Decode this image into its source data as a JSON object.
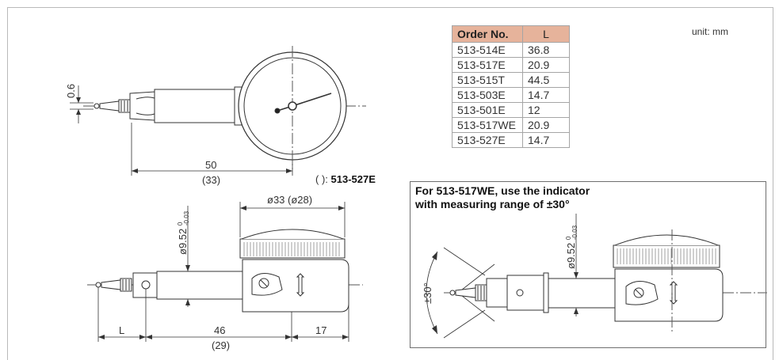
{
  "unit_label": "unit: mm",
  "order_table": {
    "headers": [
      "Order No.",
      "L"
    ],
    "rows": [
      [
        "513-514E",
        "36.8"
      ],
      [
        "513-517E",
        "20.9"
      ],
      [
        "513-515T",
        "44.5"
      ],
      [
        "513-503E",
        "14.7"
      ],
      [
        "513-501E",
        "12"
      ],
      [
        "513-517WE",
        "20.9"
      ],
      [
        "513-527E",
        "14.7"
      ]
    ]
  },
  "top_view": {
    "dim_tip_height": "0.6",
    "dim_length": "50",
    "dim_length_alt": "(33)",
    "alt_note_prefix": "( ):",
    "alt_note_model": "513-527E"
  },
  "side_view": {
    "dim_diameter": "ø33 (ø28)",
    "dim_stem": "ø9.52",
    "dim_stem_tol_upper": "0",
    "dim_stem_tol_lower": "-0.03",
    "dim_L": "L",
    "dim_body": "46",
    "dim_body_alt": "(29)",
    "dim_end": "17"
  },
  "note_box": {
    "title_line1": "For 513-517WE, use the indicator",
    "title_line2": "with measuring range of ±30°",
    "dim_angle": "±30°",
    "dim_stem": "ø9.52",
    "dim_stem_tol_upper": "0",
    "dim_stem_tol_lower": "-0.03"
  }
}
